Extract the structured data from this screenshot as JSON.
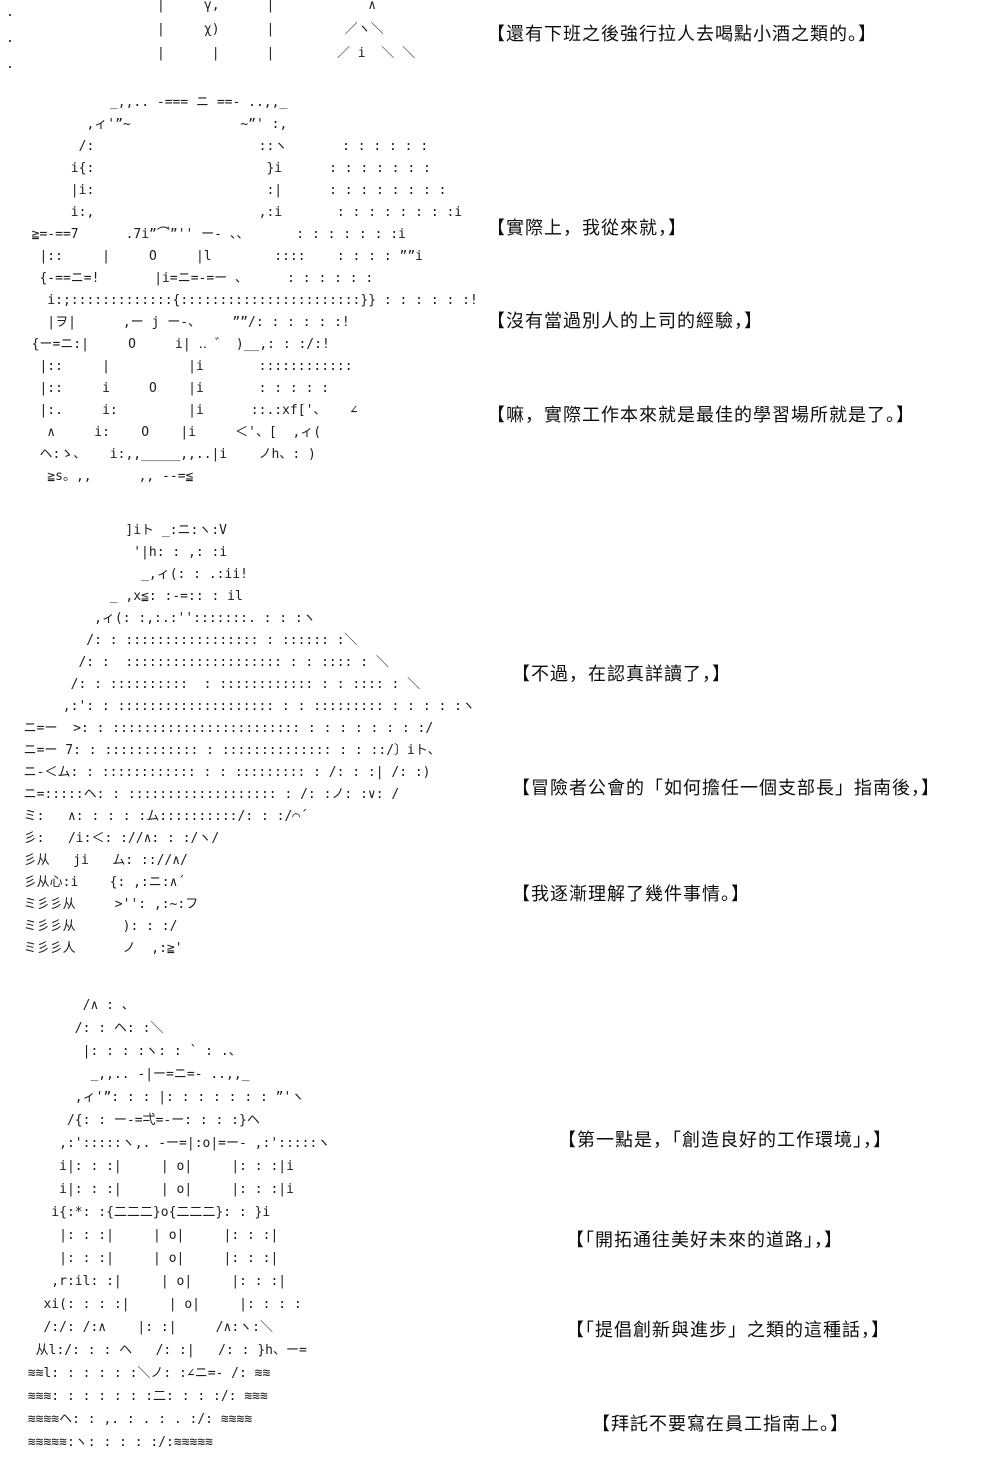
{
  "page": {
    "background": "#ffffff",
    "text_color": "#0d0d0d",
    "kind": "ascii-art story page"
  },
  "margin_marks": [
    ".",
    ".",
    "."
  ],
  "sections": [
    {
      "name": "intro-fragment",
      "ascii_art": [
        "      |     γ,      |            ∧",
        "      |     χ)      |         ／ヽ＼",
        "      |      |      |        ／ i  ＼ ＼"
      ],
      "dialogues": [
        "【還有下班之後強行拉人去喝點小酒之類的。】"
      ]
    },
    {
      "name": "barrel-knight",
      "ascii_art": [
        "            _,,.. -=== ニ ==- ..,,_",
        "         ,ィ'”~              ~”' :,",
        "        /:                     ::ヽ       : : : : : :",
        "       i{:                      }i      : : : : : : :",
        "       |i:                      :|      : : : : : : : :",
        "       i:,                     ,:i       : : : : : : : :i",
        "  ≧=-==7      .7i”⌒゙”'' ー- 、、      : : : : : : :i",
        "   |::     |     O     |l        ::::    : : : : ””i",
        "   {-==ニ=!       |i=ニ=-=ー 、     : : : : : :",
        "    i:;:::::::::::::{:::::::::::::::::::::::}} : : : : : :!",
        "    |ヲ|      ,ー j ー-、    ””/: : : : : :!",
        "  {ー=ニ:|     O     i| ‥ ゛ )__,: : :/:!",
        "   |::     |          |i       ::::::::::::",
        "   |::     i     O    |i       : : : : :",
        "   |:.     i:         |i      ::.:xf['、   ∠",
        "    ∧     i:    O    |i     ＜'、[  ,ィ(",
        "   ヘ:ゝ、   i:,,_____,,..|i    ノh、: )",
        "    ≧s。,,      ,, --=≦"
      ],
      "dialogues": [
        "【實際上，我從來就，】",
        "【沒有當過別人的上司的經驗，】",
        "【嘛，實際工作本來就是最佳的學習場所就是了。】"
      ]
    },
    {
      "name": "guild-guidebook",
      "ascii_art": [
        "               ]iト _:ニ:ヽ:V",
        "                '|h: : ,: :i",
        "                 _,ィ(: : .:ii!",
        "             _ ,x≦: :-=:: : il",
        "           ,ィ(: :,:.:'':::::::. : : :ヽ",
        "          /: : ::::::::::::::::: : :::::: :＼",
        "         /: :  :::::::::::::::::::: : : :::: : ＼",
        "        /: : ::::::::::  : :::::::::::: : : :::: : ＼",
        "       ,:': : :::::::::::::::::::: : : ::::::::: : : : : :ヽ",
        "  ニ=ー  >: : :::::::::::::::::::::::: : : : : : : : :/",
        "  ニ=ー 7: : :::::::::::: : :::::::::::::: : : ::/〕iト、",
        "  ニ-＜ム: : :::::::::::: : : ::::::::: : /: : :| /: :)",
        "  ニ=:::::ヘ: : ::::::::::::::::::: : /: :ノ: :∨: /",
        "  ミ:   ∧: : : : :ム::::::::::/: : :/⌒´",
        "  彡:   /i:＜: ://∧: : :/ヽ/",
        "  彡从   ji   ム: :://∧/",
        "  彡从心:i    {: ,:ニ:∧´",
        "  ミ彡彡从     >'': ,:~:フ",
        "  ミ彡彡从      ): : :/",
        "  ミ彡彡人      ノ  ,:≧'"
      ],
      "dialogues": [
        "【不過，在認真詳讀了，】",
        "【冒險者公會的「如何擔任一個支部長」指南後，】",
        "【我逐漸理解了幾件事情。】"
      ]
    },
    {
      "name": "crusader-helm",
      "ascii_art": [
        "        /∧ : 、",
        "       /: : ヘ: :＼",
        "        |: : : :ヽ: : ` : .、",
        "         _,,.. -|ー=ニ=- ..,,_",
        "       ,ィ'”: : : |: : : : : : : ”'ヽ",
        "      /{: : ー-=弌=-ー: : : :}ヘ",
        "     ,:':::::ヽ,. -ー=|:o|=ー- ,:':::::ヽ",
        "     i|: : :|     | o|     |: : :|i",
        "     i|: : :|     | o|     |: : :|i",
        "    i{:*: :{二二二}o{二二二}: : }i",
        "     |: : :|     | o|     |: : :|",
        "     |: : :|     | o|     |: : :|",
        "    ,r:il: :|     | o|     |: : :|",
        "   xi(: : : :|     | o|     |: : : :",
        "   /:/: /:∧    |: :|     /∧:ヽ:＼",
        "  从l:/: : : ヘ   /: :|   /: : }h、ー=",
        " ≋≋l: : : : : :＼ノ: :∠ニ=- /: ≋≋",
        " ≋≋≋: : : : : : :二: : : :/: ≋≋≋",
        " ≋≋≋≋ヘ: : ,. : . : . :/: ≋≋≋≋",
        " ≋≋≋≋≋:ヽ: : : : :/:≋≋≋≋≋"
      ],
      "dialogues": [
        "【第一點是，「創造良好的工作環境」，】",
        "【「開拓通往美好未來的道路」，】",
        "【「提倡創新與進步」之類的這種話，】",
        "【拜託不要寫在員工指南上。】"
      ]
    }
  ]
}
